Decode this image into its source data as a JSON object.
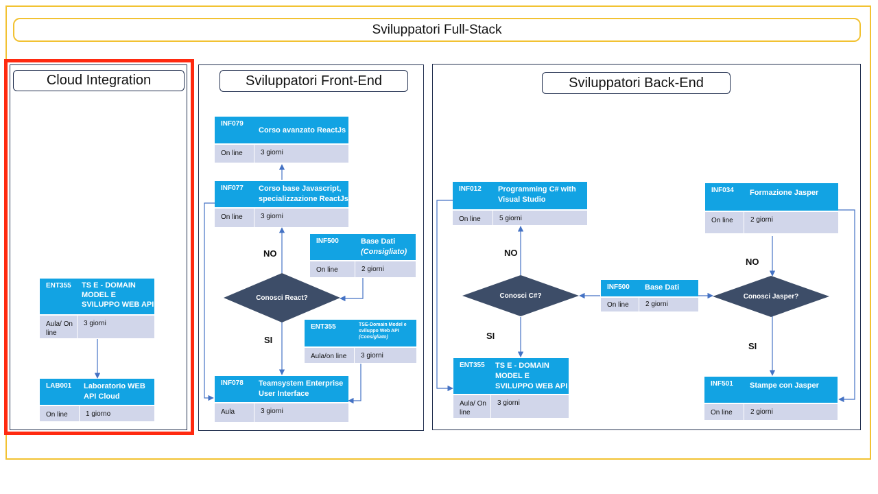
{
  "header": {
    "title": "Sviluppatori Full-Stack"
  },
  "colors": {
    "frame": "#f2c232",
    "highlight": "#ff2a10",
    "card": "#12a3e3",
    "card_info": "#d1d6ea",
    "decision": "#3d4d68",
    "connector": "#4472c4"
  },
  "panels": {
    "cloud": {
      "title": "Cloud Integration"
    },
    "frontend": {
      "title": "Sviluppatori Front-End"
    },
    "backend": {
      "title": "Sviluppatori Back-End"
    }
  },
  "cloud": {
    "ent355": {
      "code": "ENT355",
      "title": "TS E - DOMAIN MODEL E SVILUPPO WEB API",
      "mode": "Aula/ On line",
      "duration": "3 giorni"
    },
    "lab001": {
      "code": "LAB001",
      "title": "Laboratorio WEB API  Cloud",
      "mode": "On line",
      "duration": "1 giorno"
    }
  },
  "frontend": {
    "inf079": {
      "code": "INF079",
      "title": "Corso avanzato ReactJs",
      "mode": "On line",
      "duration": "3 giorni"
    },
    "inf077": {
      "code": "INF077",
      "title": "Corso base Javascript, specializzazione ReactJs",
      "mode": "On line",
      "duration": "3 giorni"
    },
    "inf500": {
      "code": "INF500",
      "title": "Base Dati",
      "note": "(Consigliato)",
      "mode": "On line",
      "duration": "2 giorni"
    },
    "decision": {
      "text": "Conosci React?"
    },
    "no_label": "NO",
    "si_label": "SI",
    "ent355": {
      "code": "ENT355",
      "title": "TSE-Domain Model e sviluppo Web API",
      "note": "(Consigliato)",
      "mode": "Aula/on line",
      "duration": "3 giorni"
    },
    "inf078": {
      "code": "INF078",
      "title": "Teamsystem Enterprise User Interface",
      "mode": "Aula",
      "duration": "3 giorni"
    }
  },
  "backend": {
    "inf012": {
      "code": "INF012",
      "title": "Programming C# with Visual Studio",
      "mode": "On line",
      "duration": "5 giorni"
    },
    "decision_cs": {
      "text": "Conosci C#?"
    },
    "no_label_cs": "NO",
    "si_label_cs": "SI",
    "ent355": {
      "code": "ENT355",
      "title": "TS E - DOMAIN MODEL E SVILUPPO WEB API",
      "mode": "Aula/ On line",
      "duration": "3 giorni"
    },
    "inf500": {
      "code": "INF500",
      "title": "Base Dati",
      "mode": "On line",
      "duration": "2 giorni"
    },
    "inf034": {
      "code": "INF034",
      "title": "Formazione Jasper",
      "mode": "On line",
      "duration": "2 giorni"
    },
    "decision_jasper": {
      "text": "Conosci Jasper?"
    },
    "no_label_jasper": "NO",
    "si_label_jasper": "SI",
    "inf501": {
      "code": "INF501",
      "title": "Stampe con Jasper",
      "mode": "On line",
      "duration": "2 giorni"
    }
  }
}
